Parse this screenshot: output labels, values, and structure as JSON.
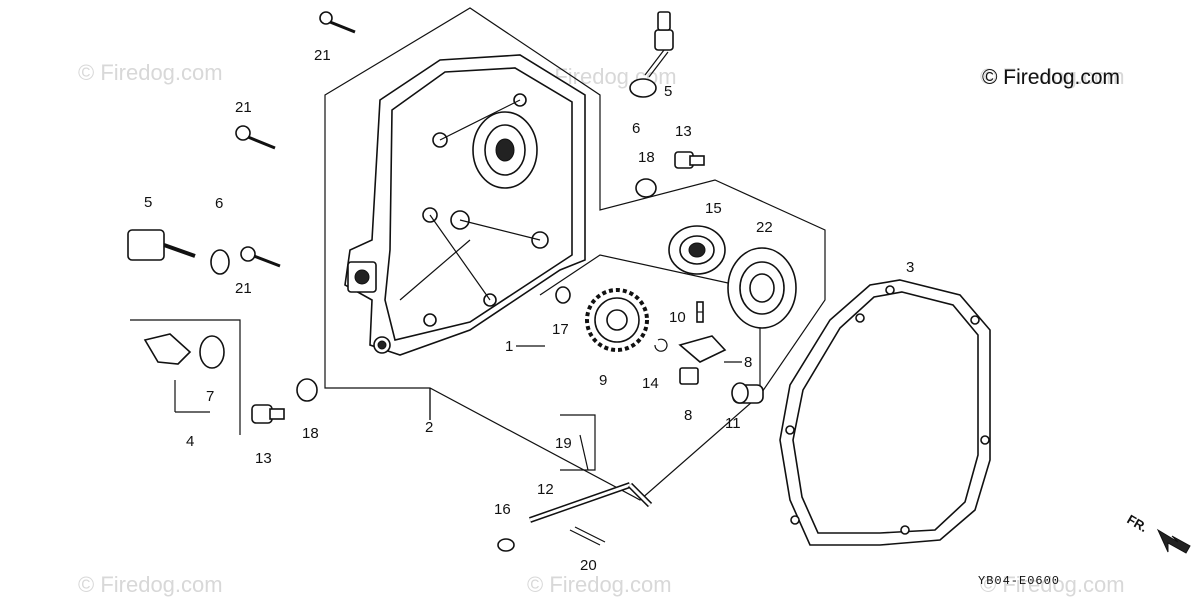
{
  "copyright": "© Firedog.com",
  "watermarks": [
    "© Firedog.com",
    "© Firedog.com",
    "© Firedog.com",
    "© Firedog.com",
    "© Firedog.com",
    "© Firedog.com"
  ],
  "diagram_code": "YB04-E0600",
  "front_indicator": "FR.",
  "callouts": {
    "c1": "1",
    "c2": "2",
    "c3": "3",
    "c4": "4",
    "c5a": "5",
    "c5b": "5",
    "c6a": "6",
    "c6b": "6",
    "c7": "7",
    "c8a": "8",
    "c8b": "8",
    "c9": "9",
    "c10": "10",
    "c11": "11",
    "c12": "12",
    "c13a": "13",
    "c13b": "13",
    "c14": "14",
    "c15": "15",
    "c16": "16",
    "c17": "17",
    "c18a": "18",
    "c18b": "18",
    "c19": "19",
    "c20": "20",
    "c21a": "21",
    "c21b": "21",
    "c21c": "21",
    "c22": "22"
  },
  "colors": {
    "ink": "#111111",
    "watermark": "#d8d8d8",
    "background": "#ffffff"
  }
}
